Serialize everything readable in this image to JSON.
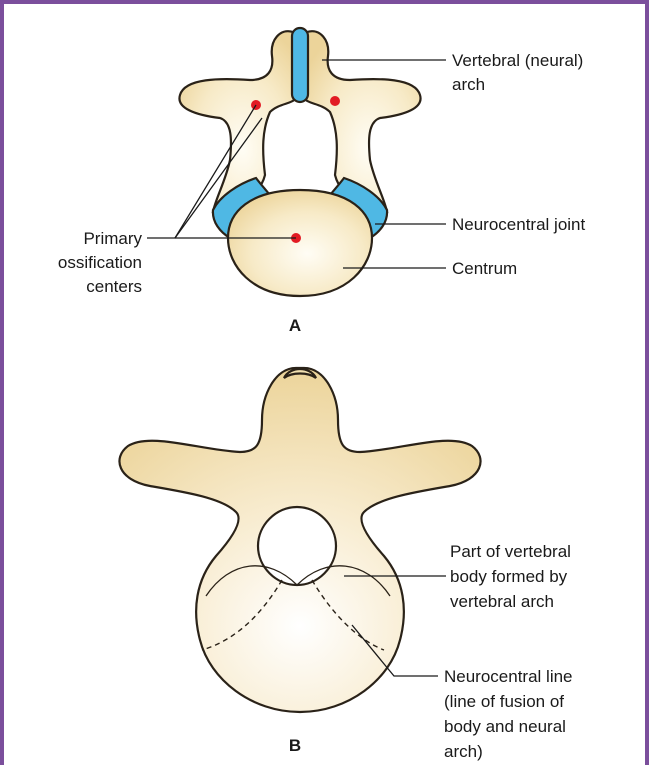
{
  "panel_a": {
    "label": "A",
    "labels": {
      "vertebral_arch": [
        "Vertebral (neural)",
        "arch"
      ],
      "neurocentral_joint": "Neurocentral joint",
      "centrum": "Centrum",
      "primary_ossification": [
        "Primary",
        "ossification",
        "centers"
      ]
    }
  },
  "panel_b": {
    "label": "B",
    "labels": {
      "part_of_body": [
        "Part of vertebral",
        "body formed by",
        "vertebral arch"
      ],
      "neurocentral_line": [
        "Neurocentral line",
        "(line of fusion of",
        "body and neural",
        "arch)"
      ]
    }
  },
  "colors": {
    "border": "#7b4f9c",
    "bone": "#f3e1b0",
    "cartilage": "#4fb8e4",
    "ossification_center": "#e21b23"
  }
}
